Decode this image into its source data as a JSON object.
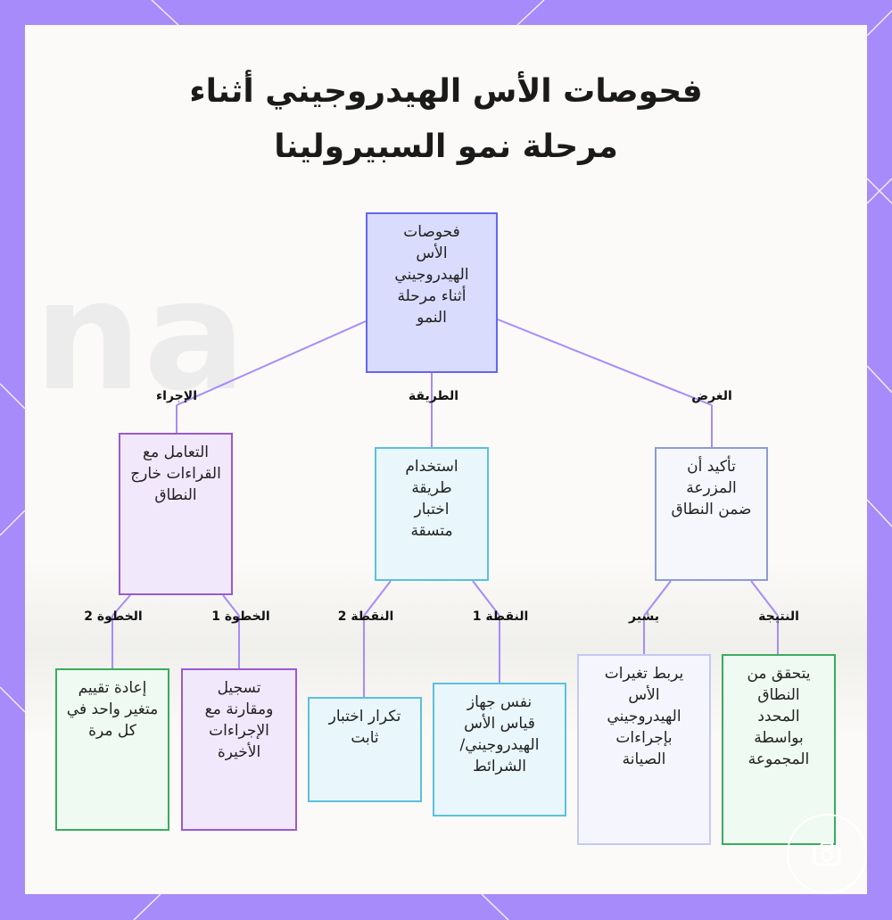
{
  "title": {
    "line1": "فحوصات الأس الهيدروجيني أثناء",
    "line2": "مرحلة نمو السبيرولينا"
  },
  "background": {
    "ghost_text": "na"
  },
  "nodes": {
    "root": "فحوصات الأس الهيدروجيني أثناء مرحلة النمو",
    "purpose": "تأكيد أن المزرعة ضمن النطاق",
    "method": "استخدام طريقة اختبار متسقة",
    "procedure": "التعامل مع القراءات خارج النطاق",
    "result": "يتحقق من النطاق المحدد بواسطة المجموعة",
    "indicates": "يربط تغيرات الأس الهيدروجيني بإجراءات الصيانة",
    "point1": "نفس جهاز قياس الأس الهيدروجيني/ الشرائط",
    "point2": "تكرار اختبار ثابت",
    "step1": "تسجيل ومقارنة مع الإجراءات الأخيرة",
    "step2": "إعادة تقييم متغير واحد في كل مرة"
  },
  "edge_labels": {
    "purpose": "الغرض",
    "method": "الطريقة",
    "procedure": "الإجراء",
    "result": "النتيجة",
    "indicates": "يشير",
    "point1": "النقطة 1",
    "point2": "النقطة 2",
    "step1": "الخطوة 1",
    "step2": "الخطوة 2"
  },
  "colors": {
    "frame": "#a78bfa",
    "edge": "#a78bfa",
    "root_fill": "#d9dcfc",
    "root_border": "#6366f1",
    "purpose_fill": "#f5f7fc",
    "purpose_border": "#8b9bd8",
    "method_fill": "#e9f7fc",
    "method_border": "#5bc0de",
    "procedure_fill": "#f2e8fc",
    "procedure_border": "#9b59d0",
    "green_fill": "#eefaf2",
    "green_border": "#3cab5c",
    "lavender_fill": "#f5f6fd",
    "lavender_border": "#c4c9f2"
  },
  "icons": {
    "corner": "camera-icon"
  }
}
